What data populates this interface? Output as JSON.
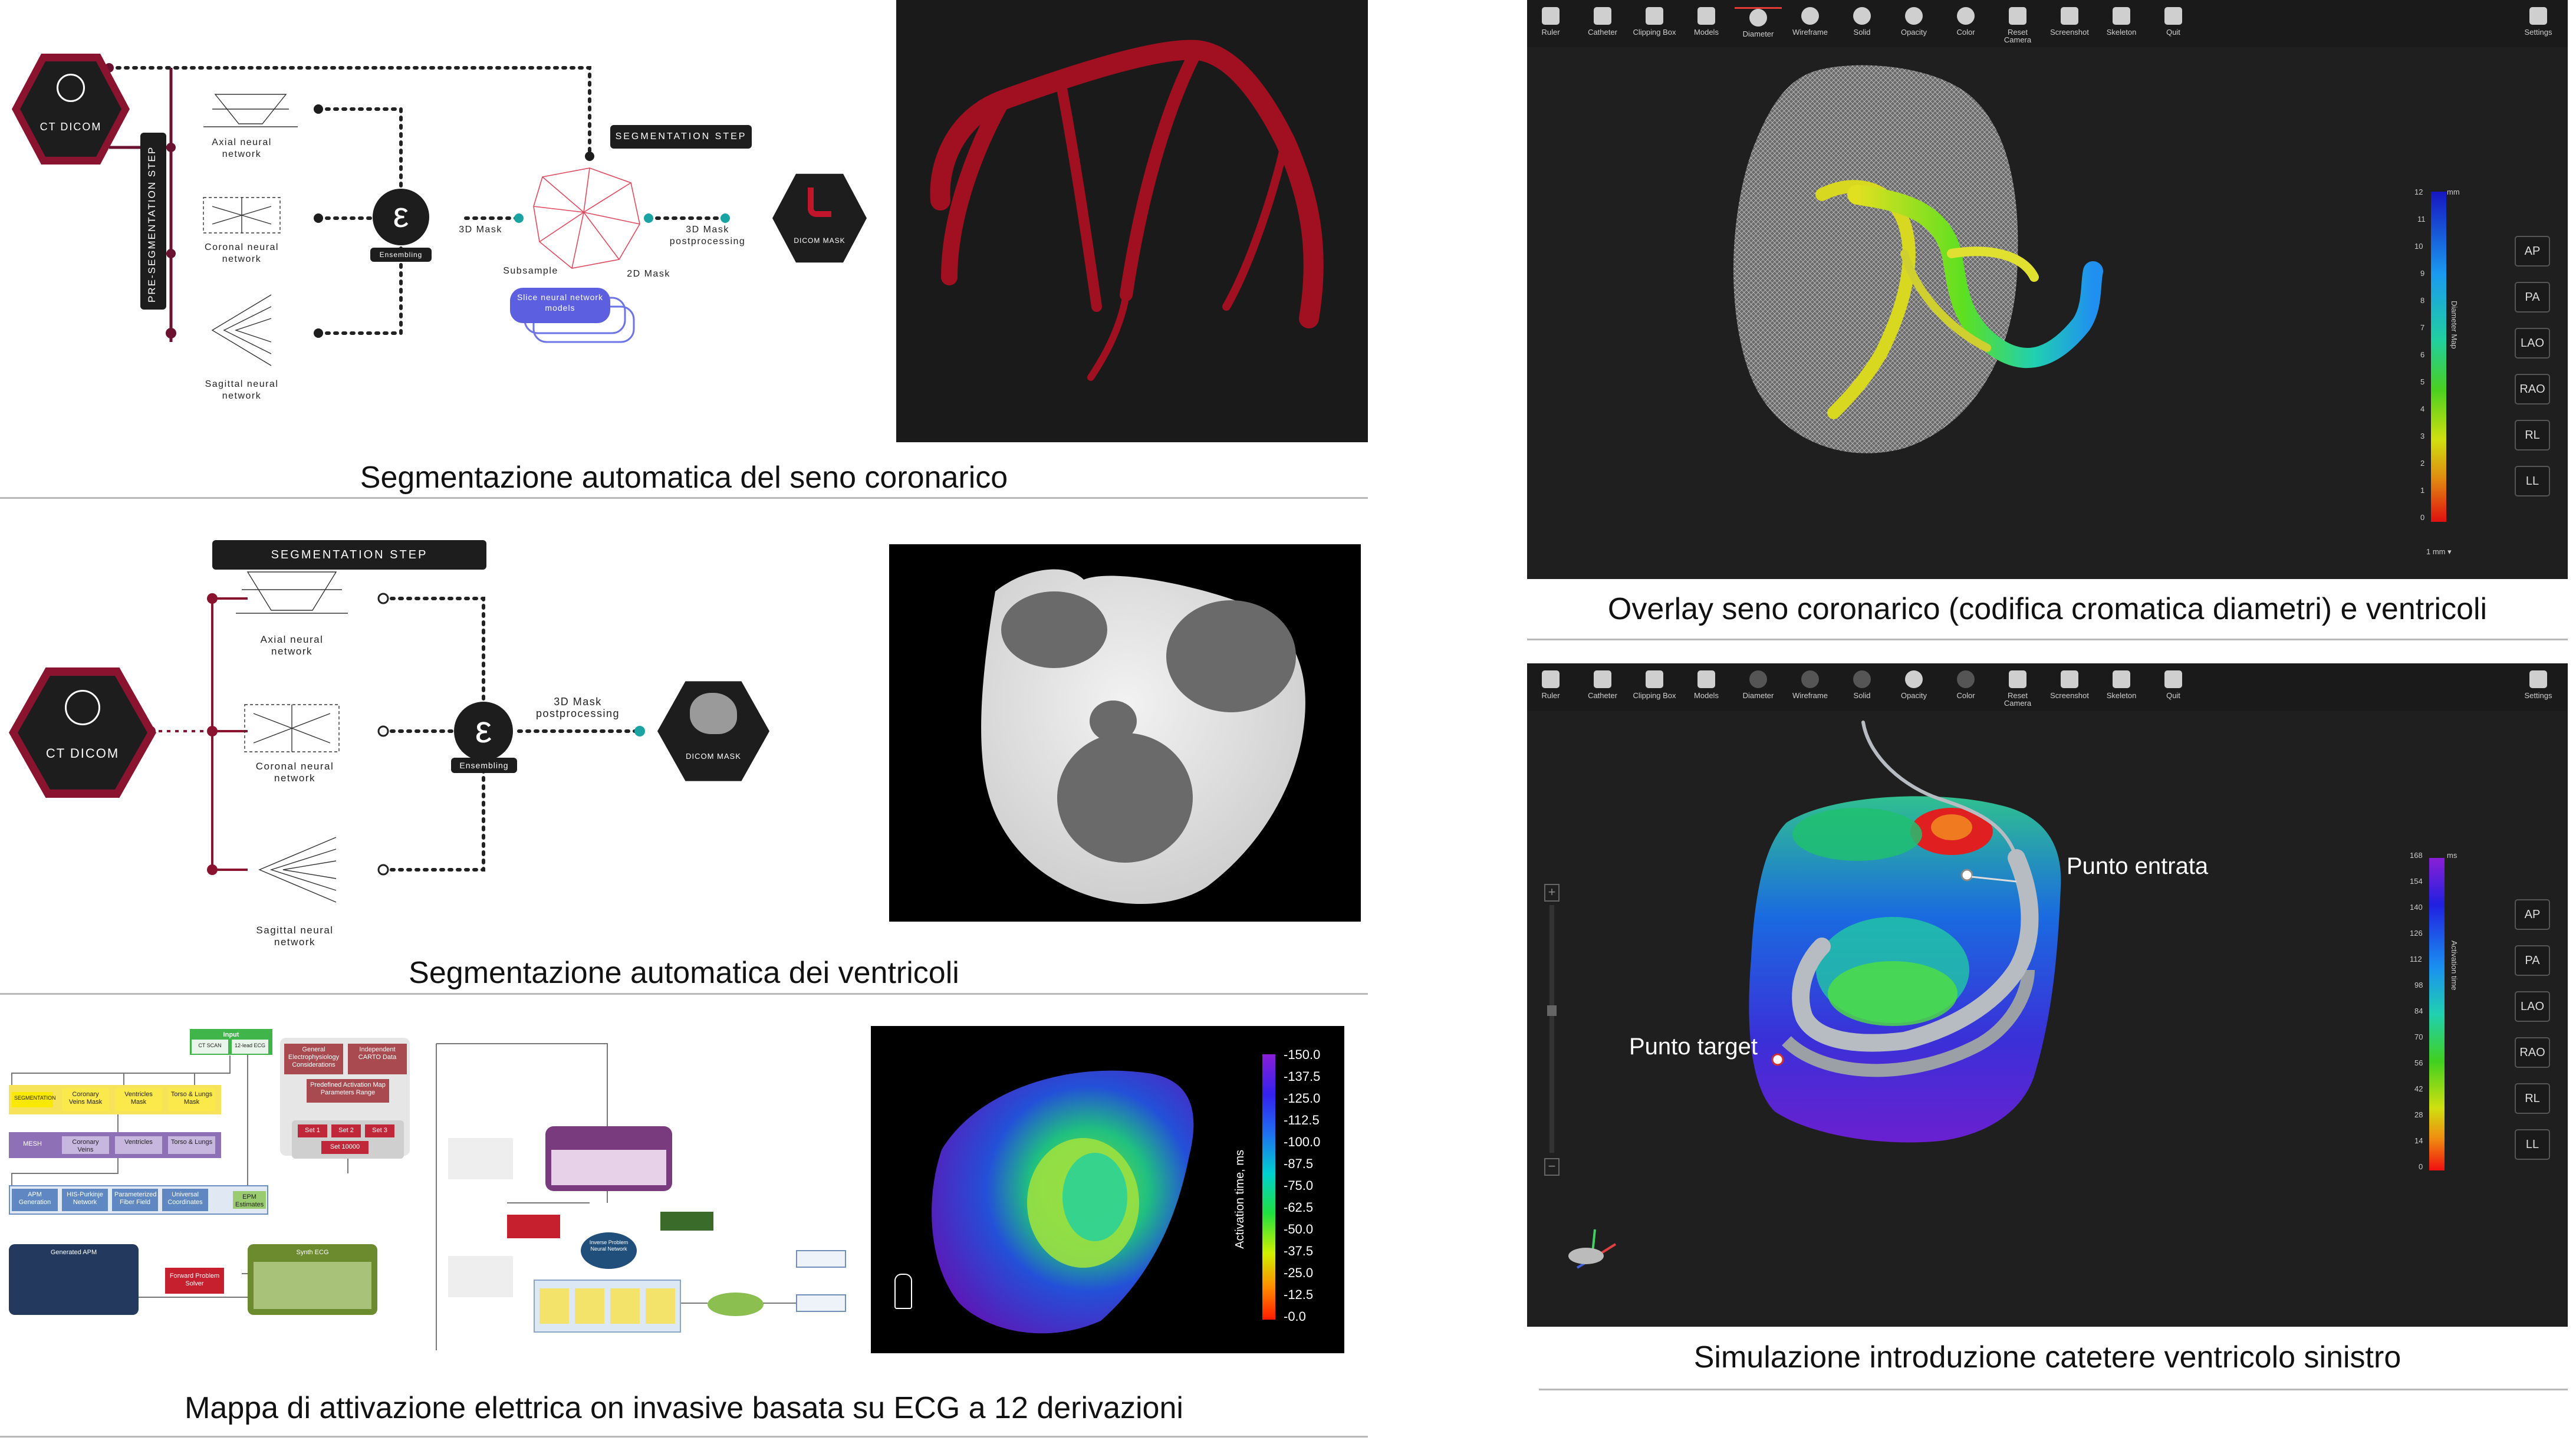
{
  "captions": {
    "coronary_sinus": "Segmentazione automatica del seno coronarico",
    "ventricles": "Segmentazione automatica dei ventricoli",
    "activation_map": "Mappa di attivazione elettrica on invasive basata su ECG a 12 derivazioni",
    "overlay": "Overlay seno coronarico (codifica cromatica diametri) e ventricoli",
    "catheter": "Simulazione introduzione catetere ventricolo sinistro"
  },
  "pipeline_top": {
    "input_label": "CT DICOM",
    "pre_step": "PRE-SEGMENTATION STEP",
    "seg_step": "SEGMENTATION STEP",
    "axial": "Axial neural network",
    "coronal": "Coronal neural network",
    "sagittal": "Sagittal neural network",
    "ensemble_symbol": "ε",
    "ensembling": "Ensembling",
    "mask3d": "3D Mask",
    "subsample": "Subsample",
    "slice_models": "Slice neural network models",
    "mask2d": "2D Mask",
    "post": "3D Mask postprocessing",
    "output": "DICOM MASK"
  },
  "pipeline_mid": {
    "input_label": "CT DICOM",
    "seg_step": "SEGMENTATION STEP",
    "axial": "Axial neural network",
    "coronal": "Coronal neural network",
    "sagittal": "Sagittal neural network",
    "ensemble_symbol": "ε",
    "ensembling": "Ensembling",
    "post": "3D Mask postprocessing",
    "output": "DICOM MASK"
  },
  "toolbar": {
    "items": [
      "Ruler",
      "Catheter",
      "Clipping Box",
      "Models",
      "Diameter",
      "Wireframe",
      "Solid",
      "Opacity",
      "Color",
      "Reset Camera",
      "Screenshot",
      "Skeleton",
      "Quit"
    ],
    "settings": "Settings"
  },
  "view_buttons": [
    "AP",
    "PA",
    "LAO",
    "RAO",
    "RL",
    "LL"
  ],
  "diameter_scale": {
    "unit": "mm",
    "label": "Diameter Map",
    "ticks": [
      "12",
      "11",
      "10",
      "9",
      "8",
      "7",
      "6",
      "5",
      "4",
      "3",
      "2",
      "1",
      "0"
    ],
    "footer": "1 mm ▾"
  },
  "activation_scale_small": {
    "unit": "ms",
    "label": "Activation time",
    "ticks": [
      "168",
      "154",
      "140",
      "126",
      "112",
      "98",
      "84",
      "70",
      "56",
      "42",
      "28",
      "14",
      "0"
    ]
  },
  "catheter_labels": {
    "entry": "Punto entrata",
    "target": "Punto target"
  },
  "activation_colorbar": {
    "label": "Activation time, ms",
    "ticks": [
      "-150.0",
      "-137.5",
      "-125.0",
      "-112.5",
      "-100.0",
      "-87.5",
      "-75.0",
      "-62.5",
      "-50.0",
      "-37.5",
      "-25.0",
      "-12.5",
      "-0.0"
    ]
  },
  "flow": {
    "top": "Input",
    "input1": "CT SCAN",
    "input2": "12-lead ECG",
    "seg": "SEGMENTATION",
    "seg_items": [
      "Coronary Veins Mask",
      "Ventricles Mask",
      "Torso & Lungs Mask"
    ],
    "mesh": "MESH",
    "mesh_items": [
      "Coronary Veins",
      "Ventricles",
      "Torso & Lungs"
    ],
    "params": [
      "General Electrophysiology Considerations",
      "Independent CARTO Data",
      "Predefined Activation Map Parameters Range"
    ],
    "sets": [
      "Set 1",
      "Set 2",
      "Set 3"
    ],
    "set_n": "Set 10000",
    "gen_apm": "Generated APM",
    "synth_ecg": "Synth ECG",
    "forward": "Forward Problem Solver",
    "nn": "Inverse Problem Neural Network",
    "lower": [
      "APM Generation",
      "HIS-Purkinje Network",
      "Parameterized Fiber Field",
      "Universal Coordinates",
      "EPM Estimates"
    ]
  }
}
